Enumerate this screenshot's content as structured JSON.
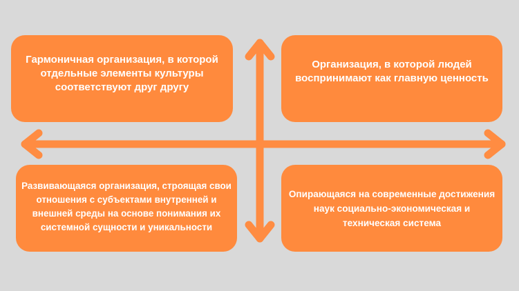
{
  "diagram": {
    "type": "quadrant-matrix",
    "colors": {
      "background": "#d9d9d9",
      "box": "#ff8a3d",
      "arrow": "#ff8c42",
      "text": "#ffffff"
    },
    "quadrants": {
      "top_left": {
        "text": "Гармоничная организация, в которой отдельные элементы культуры соответствуют друг другу"
      },
      "top_right": {
        "text": "Организация, в которой людей воспринимают как главную ценность"
      },
      "bottom_left": {
        "text": "Развивающаяся организация, строящая свои отношения с субъектами внутренней и внешней среды на основе понимания их системной сущности и уникальности"
      },
      "bottom_right": {
        "text": "Опирающаяся на современные достижения наук социально-экономическая и техническая система"
      }
    },
    "axes": {
      "vertical": {
        "icon": "double-headed-arrow-vertical"
      },
      "horizontal": {
        "icon": "double-headed-arrow-horizontal"
      }
    }
  }
}
